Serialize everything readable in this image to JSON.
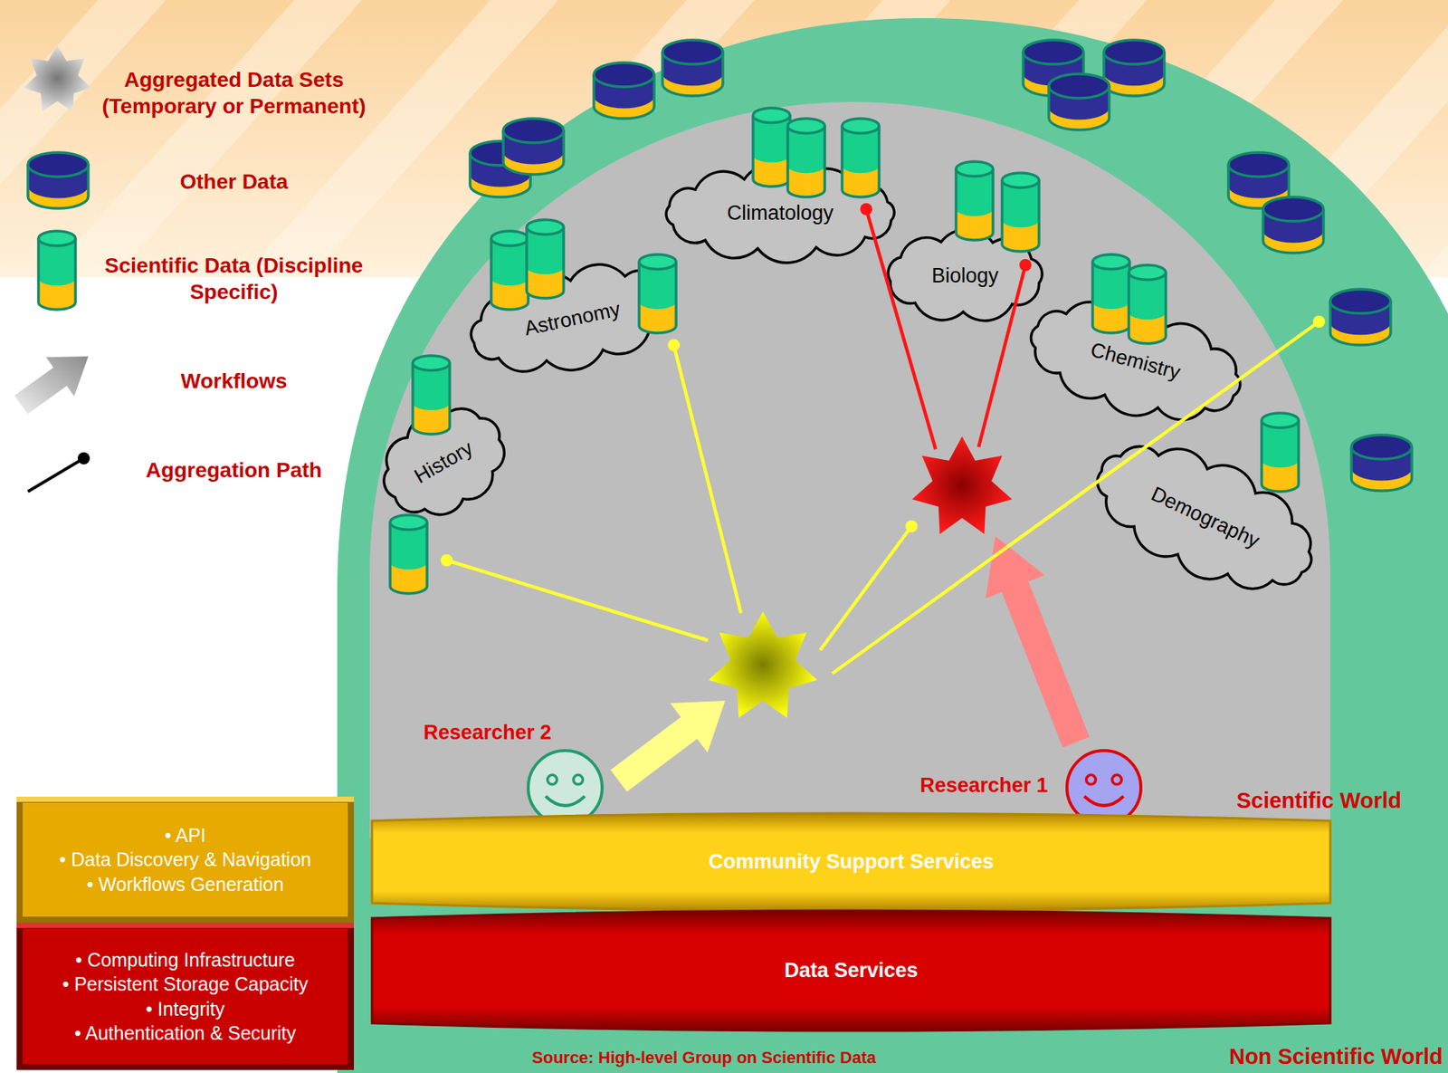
{
  "diagram": {
    "nodes": [
      {
        "text": [
          "History"
        ]
      },
      {
        "text": [
          "Astronomy"
        ]
      },
      {
        "text": [
          "Climatology"
        ]
      },
      {
        "text": [
          "Biology"
        ]
      },
      {
        "text": [
          "Chemistry"
        ]
      },
      {
        "text": [
          "Demography"
        ]
      },
      {
        "text": [
          "Researcher 2"
        ]
      },
      {
        "text": [
          "Researcher 1"
        ]
      },
      {
        "text": [
          "• API",
          "• Data Discovery & Navigation",
          "• Workflows Generation"
        ]
      },
      {
        "text": [
          "• Computing Infrastructure",
          "• Persistent Storage Capacity",
          "• Integrity",
          "• Authentication & Security"
        ]
      },
      {
        "text": [
          "Community Support Services"
        ]
      },
      {
        "text": [
          "Data Services"
        ]
      }
    ],
    "labels": [
      "Scientific World",
      "Non Scientific World",
      "Source: High-level Group on Scientific Data"
    ],
    "legend": [
      {
        "text": "Aggregated Data Sets (Temporary or Permanent)"
      },
      {
        "text": "Other Data"
      },
      {
        "text": "Scientific Data (Discipline Specific)"
      },
      {
        "text": "Workflows"
      },
      {
        "text": "Aggregation Path"
      }
    ]
  }
}
